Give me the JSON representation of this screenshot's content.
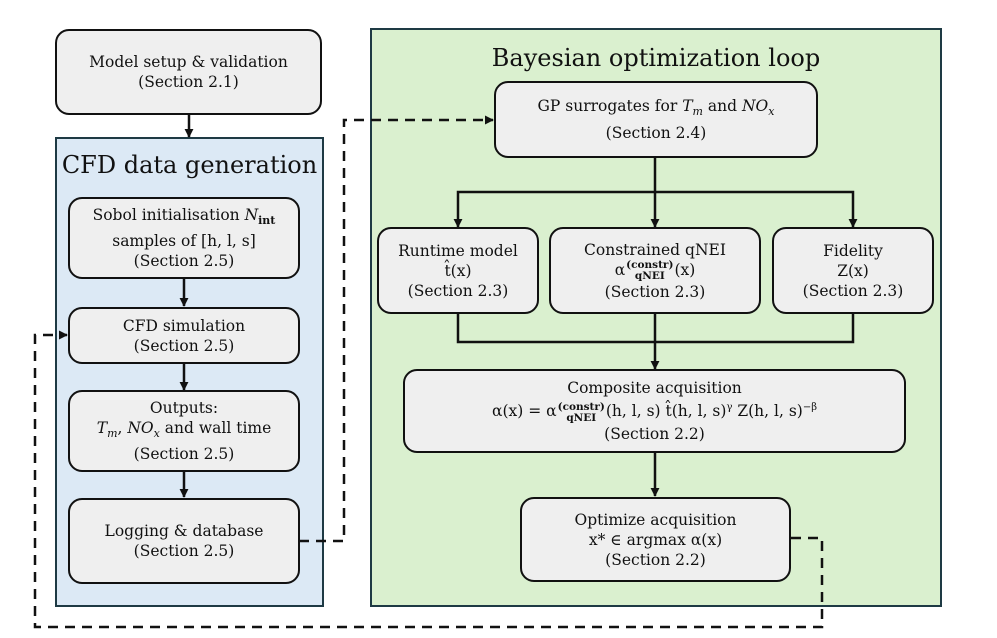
{
  "panels": {
    "cfd": {
      "title": "CFD data generation",
      "fill": "#dce9f5"
    },
    "bo": {
      "title": "Bayesian optimization loop",
      "fill": "#daf0cf"
    }
  },
  "boxes": {
    "model_setup": {
      "line1": "Model setup & validation",
      "line2": "(Section 2.1)"
    },
    "sobol": {
      "line1_prefix": "Sobol initialisation ",
      "line1_math": "N",
      "line1_sub": "int",
      "line2": "samples of [h, l, s]",
      "line3": "(Section 2.5)"
    },
    "cfd_sim": {
      "line1": "CFD simulation",
      "line2": "(Section 2.5)"
    },
    "outputs": {
      "line1": "Outputs:",
      "line2_tm": "T",
      "line2_tm_sub": "m",
      "line2_nox": "NO",
      "line2_nox_sub": "x",
      "line2_rest": " and wall time",
      "line3": "(Section 2.5)"
    },
    "logging": {
      "line1": "Logging & database",
      "line2": "(Section 2.5)"
    },
    "gp": {
      "line1_prefix": "GP surrogates for ",
      "tm": "T",
      "tm_sub": "m",
      "and": " and ",
      "nox": "NO",
      "nox_sub": "x",
      "line2": "(Section 2.4)"
    },
    "runtime": {
      "line1": "Runtime model",
      "line2": "t̂(x)",
      "line3": "(Section 2.3)"
    },
    "qnei": {
      "line1": "Constrained qNEI",
      "line2": "α(x)",
      "sup": "(constr)",
      "sub": "qNEI",
      "line3": "(Section 2.3)"
    },
    "fidelity": {
      "line1": "Fidelity",
      "line2": "Z(x)",
      "line3": "(Section 2.3)"
    },
    "composite": {
      "line1": "Composite acquisition",
      "formula_lhs": "α(x) = α",
      "sup": "(constr)",
      "sub": "qNEI",
      "formula_rhs": "(h, l, s) t̂(h, l, s)",
      "gamma": "γ",
      "z_part": " Z(h, l, s)",
      "beta": "−β",
      "line3": "(Section 2.2)"
    },
    "optimize": {
      "line1": "Optimize acquisition",
      "line2": "x* ∈ argmax α(x)",
      "line3": "(Section 2.2)"
    }
  }
}
